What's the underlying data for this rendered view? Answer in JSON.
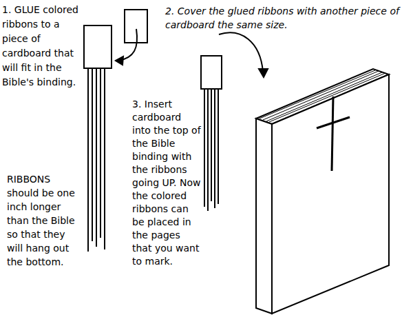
{
  "diagram": {
    "labels": [
      "1. GLUE colored ribbons to a piece of cardboard that will fit in the Bible's binding.",
      "RIBBONS should be one inch longer than the Bible so that they will hang out the bottom.",
      "2. Cover the glued ribbons with another piece of cardboard the same size.",
      "3. Insert cardboard into the top of the Bible binding with the ribbons going UP. Now the colored ribbons can be placed in the pages that you want to mark."
    ]
  }
}
